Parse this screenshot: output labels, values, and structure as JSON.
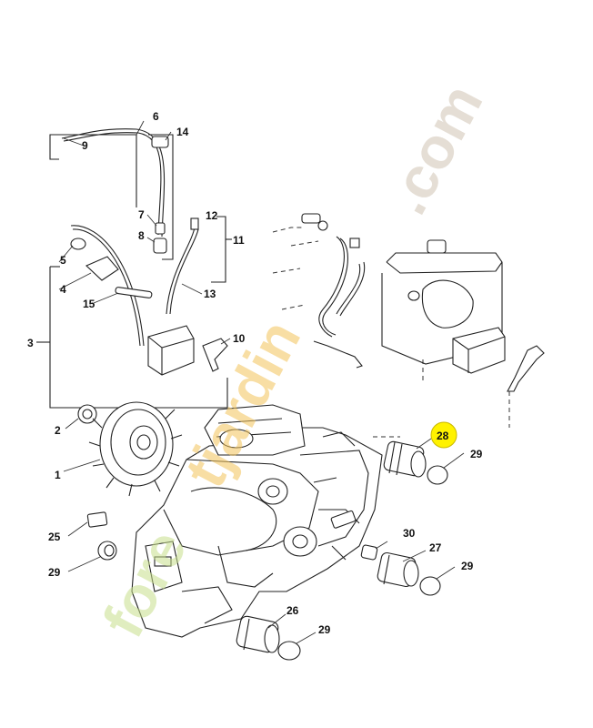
{
  "diagram": {
    "labels": {
      "l1": "1",
      "l2": "2",
      "l3": "3",
      "l4": "4",
      "l5": "5",
      "l6": "6",
      "l7": "7",
      "l8": "8",
      "l9": "9",
      "l10": "10",
      "l11": "11",
      "l12": "12",
      "l13": "13",
      "l14": "14",
      "l15": "15",
      "l25": "25",
      "l26": "26",
      "l27": "27",
      "l28": "28",
      "l29a": "29",
      "l29b": "29",
      "l29c": "29",
      "l29d": "29",
      "l30": "30"
    },
    "highlight_color": "#fff200"
  },
  "watermark": {
    "left_text": "fore",
    "left_color": "#c6de8a",
    "mid_text": "tjardin",
    "mid_color": "#f2c25a",
    "right_text": ".com",
    "right_color": "#cfc3b2"
  }
}
